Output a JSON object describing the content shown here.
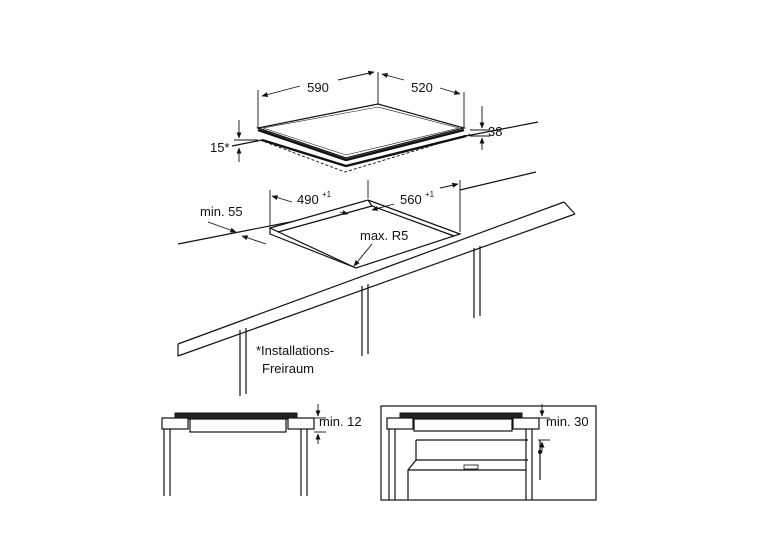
{
  "dimensions": {
    "hob_width": "590",
    "hob_depth": "520",
    "hob_height": "38",
    "glass_edge": "15*",
    "cutout_width": "490",
    "cutout_width_tol": "+1",
    "cutout_depth": "560",
    "cutout_depth_tol": "+1",
    "min_front": "min. 55",
    "corner_radius": "max. R5",
    "min_clear_drawer": "min. 12",
    "min_clear_oven": "min. 30"
  },
  "note": {
    "line1": "*Installations-",
    "line2": "Freiraum"
  }
}
